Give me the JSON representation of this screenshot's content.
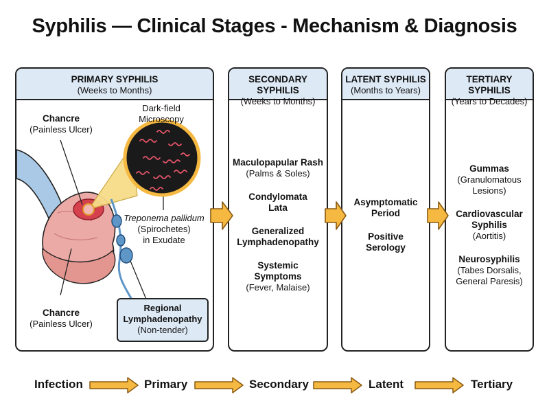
{
  "title": "Syphilis — Clinical Stages - Mechanism & Diagnosis",
  "colors": {
    "header_fill": "#dde9f5",
    "arrow_fill": "#f5b942",
    "arrow_stroke": "#8a5a12",
    "spirochete": "#e7556a",
    "lymph_node": "#5e96c8"
  },
  "primary": {
    "title": "PRIMARY SYPHILIS",
    "subtitle": "(Weeks to Months)",
    "chancre_top": {
      "title": "Chancre",
      "sub": "(Painless Ulcer)"
    },
    "microscopy": {
      "line1": "Dark-field",
      "line2": "Microscopy"
    },
    "treponema": {
      "name": "Treponema pallidum",
      "line2": "(Spirochetes)",
      "line3": "in Exudate"
    },
    "chancre_bottom": {
      "title": "Chancre",
      "sub": "(Painless Ulcer)"
    },
    "lymph": {
      "line1": "Regional",
      "line2": "Lymphadenopathy",
      "line3": "(Non-tender)"
    }
  },
  "secondary": {
    "title": "SECONDARY SYPHILIS",
    "subtitle": "(Weeks to Months)",
    "items": [
      {
        "t1": "Maculopapular Rash",
        "t2": "",
        "s1": "(Palms & Soles)",
        "s2": ""
      },
      {
        "t1": "Condylomata",
        "t2": "Lata",
        "s1": "",
        "s2": ""
      },
      {
        "t1": "Generalized",
        "t2": "Lymphadenopathy",
        "s1": "",
        "s2": ""
      },
      {
        "t1": "Systemic",
        "t2": "Symptoms",
        "s1": "(Fever, Malaise)",
        "s2": ""
      }
    ]
  },
  "latent": {
    "title": "LATENT SYPHILIS",
    "subtitle": "(Months to Years)",
    "items": [
      {
        "t1": "Asymptomatic",
        "t2": "Period",
        "s1": "",
        "s2": ""
      },
      {
        "t1": "Positive",
        "t2": "Serology",
        "s1": "",
        "s2": ""
      }
    ]
  },
  "tertiary": {
    "title": "TERTIARY SYPHILIS",
    "subtitle": "(Years to Decades)",
    "items": [
      {
        "t1": "Gummas",
        "t2": "",
        "s1": "(Granulomatous",
        "s2": "Lesions)"
      },
      {
        "t1": "Cardiovascular",
        "t2": "Syphilis",
        "s1": "(Aortitis)",
        "s2": ""
      },
      {
        "t1": "Neurosyphilis",
        "t2": "",
        "s1": "(Tabes Dorsalis,",
        "s2": "General Paresis)"
      }
    ]
  },
  "timeline": [
    "Infection",
    "Primary",
    "Secondary",
    "Latent",
    "Tertiary"
  ]
}
